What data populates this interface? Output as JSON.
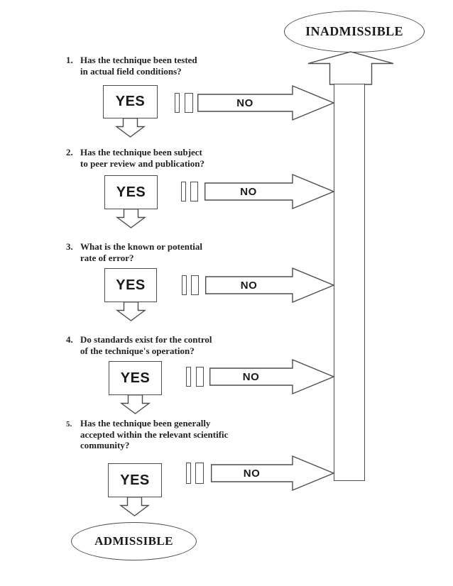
{
  "flowchart": {
    "outcomes": {
      "inadmissible_label": "INADMISSIBLE",
      "admissible_label": "ADMISSIBLE"
    },
    "questions": [
      {
        "number": "1.",
        "lines": [
          "Has the technique been tested",
          "in actual field conditions?"
        ],
        "yes_label": "YES",
        "no_label": "NO"
      },
      {
        "number": "2.",
        "lines": [
          "Has the technique been subject",
          "to peer review and publication?"
        ],
        "yes_label": "YES",
        "no_label": "NO"
      },
      {
        "number": "3.",
        "lines": [
          "What is the known or potential",
          "rate of error?"
        ],
        "yes_label": "YES",
        "no_label": "NO"
      },
      {
        "number": "4.",
        "lines": [
          "Do standards exist for the control",
          "of the technique's operation?"
        ],
        "yes_label": "YES",
        "no_label": "NO"
      },
      {
        "number": "5.",
        "lines": [
          "Has the technique been generally",
          "accepted within the relevant scientific",
          "community?"
        ],
        "yes_label": "YES",
        "no_label": "NO"
      }
    ],
    "colors": {
      "stroke": "#4d4d4d",
      "text": "#1a1a1a",
      "background": "#ffffff"
    }
  }
}
